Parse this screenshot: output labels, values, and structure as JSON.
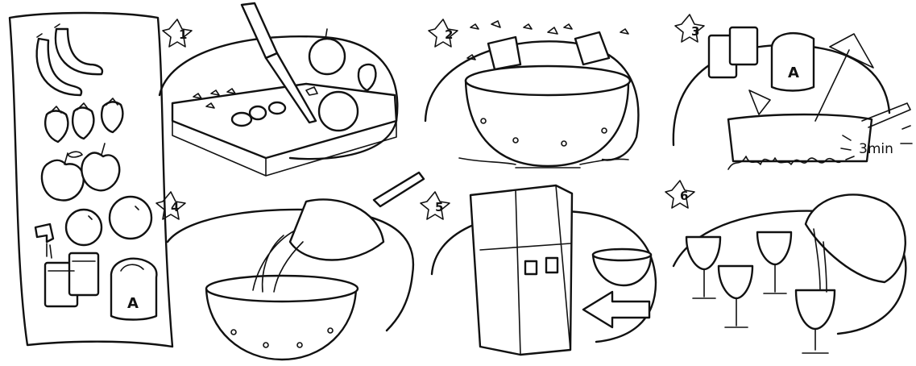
{
  "panels": [
    {
      "step": "1",
      "name": "chop-fruit"
    },
    {
      "step": "2",
      "name": "add-to-bowl"
    },
    {
      "step": "3",
      "name": "cook-syrup"
    },
    {
      "step": "4",
      "name": "pour-syrup"
    },
    {
      "step": "5",
      "name": "refrigerate"
    },
    {
      "step": "6",
      "name": "serve"
    }
  ],
  "labels": {
    "jar_label": "A",
    "cook_time": "3min"
  }
}
